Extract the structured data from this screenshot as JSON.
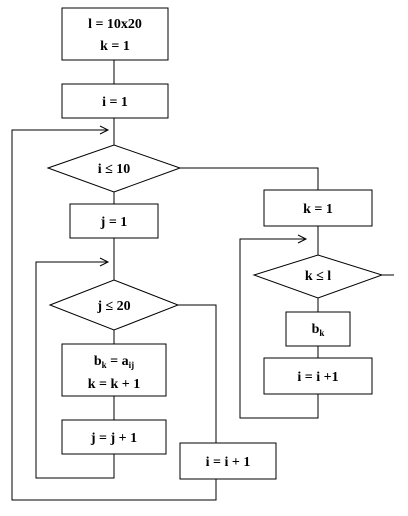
{
  "flowchart": {
    "init_l": "l = 10x20",
    "init_k": "k = 1",
    "i_init": "i = 1",
    "cond_i": "i ≤ 10",
    "j_init": "j = 1",
    "cond_j": "j ≤ 20",
    "assign_b": {
      "main": "b",
      "sub": "k",
      "eq": " = a",
      "sub2": "ij"
    },
    "inc_k": "k = k + 1",
    "inc_j": "j = j + 1",
    "inc_i_left": "i = i + 1",
    "k_reset": "k = 1",
    "cond_k": "k ≤ l",
    "out_b": {
      "main": "b",
      "sub": "k"
    },
    "inc_i_right": "i = i +1"
  }
}
